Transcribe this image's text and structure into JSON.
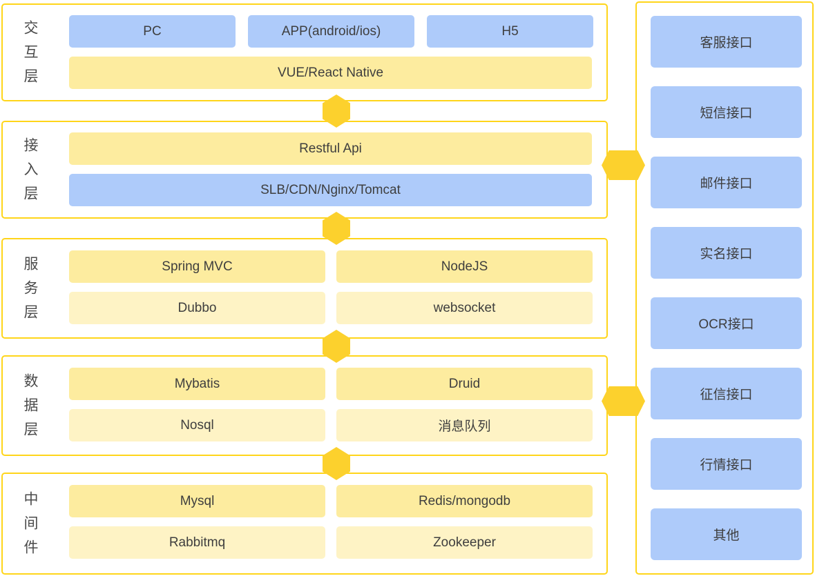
{
  "colors": {
    "node_blue": "#aecbfa",
    "node_yellow_strong": "#fdec9f",
    "node_yellow_light": "#fef3c5",
    "container_border": "#ffd519",
    "connector_gold": "#fcd12d",
    "text": "#3e3e3e"
  },
  "icons": {
    "connector": "hexagon-connector"
  },
  "layers": [
    {
      "label": "交互层",
      "boxes": [
        {
          "label": "PC"
        },
        {
          "label": "APP(android/ios)"
        },
        {
          "label": "H5"
        },
        {
          "label": "VUE/React Native"
        }
      ]
    },
    {
      "label": "接入层",
      "boxes": [
        {
          "label": "Restful Api"
        },
        {
          "label": "SLB/CDN/Nginx/Tomcat"
        }
      ]
    },
    {
      "label": "服务层",
      "boxes": [
        {
          "label": "Spring MVC"
        },
        {
          "label": "NodeJS"
        },
        {
          "label": "Dubbo"
        },
        {
          "label": "websocket"
        }
      ]
    },
    {
      "label": "数据层",
      "boxes": [
        {
          "label": "Mybatis"
        },
        {
          "label": "Druid"
        },
        {
          "label": "Nosql"
        },
        {
          "label": "消息队列"
        }
      ]
    },
    {
      "label": "中间件",
      "boxes": [
        {
          "label": "Mysql"
        },
        {
          "label": "Redis/mongodb"
        },
        {
          "label": "Rabbitmq"
        },
        {
          "label": "Zookeeper"
        }
      ]
    }
  ],
  "sidebar": {
    "items": [
      {
        "label": "客服接口"
      },
      {
        "label": "短信接口"
      },
      {
        "label": "邮件接口"
      },
      {
        "label": "实名接口"
      },
      {
        "label": "OCR接口"
      },
      {
        "label": "征信接口"
      },
      {
        "label": "行情接口"
      },
      {
        "label": "其他"
      }
    ]
  }
}
